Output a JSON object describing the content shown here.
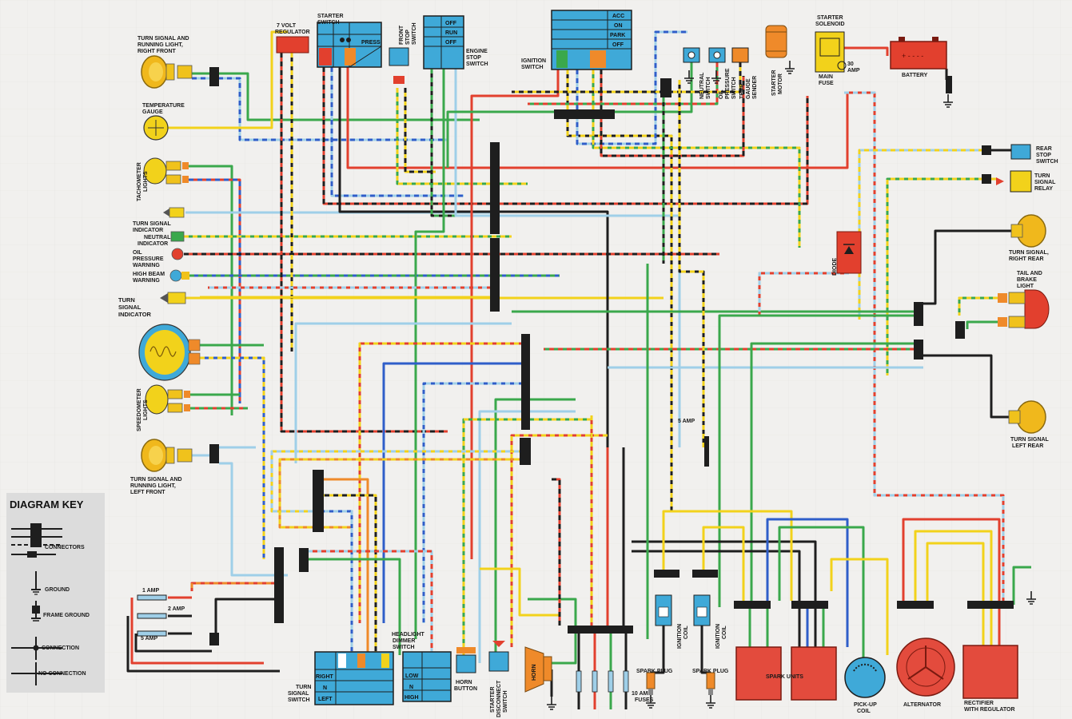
{
  "colors": {
    "background": "#f1f0ee",
    "wire_yellow": "#f2d21b",
    "wire_green": "#3aa84c",
    "wire_blue": "#2f5ec9",
    "wire_lightblue": "#9fcfe8",
    "wire_red": "#e2402e",
    "wire_orange": "#ef8a2a",
    "wire_black": "#1e1e1e",
    "switch_body": "#3fa9d8",
    "lamp": "#f0c21c",
    "spark_units": "#e34b3d",
    "battery": "#e2402e",
    "key_panel": "#dcdcdc"
  },
  "key": {
    "title": "DIAGRAM KEY",
    "items": [
      "CONNECTORS",
      "GROUND",
      "FRAME GROUND",
      "CONNECTION",
      "NO CONNECTION"
    ]
  },
  "left_components": {
    "turn_front_right": [
      "TURN SIGNAL AND",
      "RUNNING LIGHT,",
      "RIGHT FRONT"
    ],
    "temp_gauge": [
      "TEMPERATURE",
      "GAUGE"
    ],
    "tach_lights": [
      "TACHOMETER",
      "LIGHTS"
    ],
    "turn_indicator": [
      "TURN SIGNAL",
      "INDICATOR"
    ],
    "neutral_indicator": [
      "NEUTRAL",
      "INDICATOR"
    ],
    "oil_warning": [
      "OIL",
      "PRESSURE",
      "WARNING"
    ],
    "high_beam": [
      "HIGH BEAM",
      "WARNING"
    ],
    "turn_indicator_big": [
      "TURN",
      "SIGNAL",
      "INDICATOR"
    ],
    "speedo_lights": [
      "SPEEDOMETER",
      "LIGHTS"
    ],
    "turn_front_left": [
      "TURN SIGNAL AND",
      "RUNNING LIGHT,",
      "LEFT FRONT"
    ]
  },
  "top_components": {
    "regulator": [
      "7 VOLT",
      "REGULATOR"
    ],
    "starter_switch": [
      "STARTER",
      "SWITCH"
    ],
    "press": "PRESS",
    "front_stop": [
      "FRONT",
      "STOP",
      "SWITCH"
    ],
    "engine_stop_rows": [
      "OFF",
      "RUN",
      "OFF"
    ],
    "engine_stop": [
      "ENGINE",
      "STOP",
      "SWITCH"
    ],
    "ignition_switch": [
      "IGNITION",
      "SWITCH"
    ],
    "ignition_rows": [
      "ACC",
      "ON",
      "PARK",
      "OFF"
    ],
    "neutral_switch": [
      "NEUTRAL",
      "SWITCH"
    ],
    "oil_switch": [
      "OIL",
      "PRESSURE",
      "SWITCH"
    ],
    "temp_sender": [
      "TEMP",
      "GAUGE",
      "SENDER"
    ],
    "starter_motor": [
      "STARTER",
      "MOTOR"
    ],
    "starter_solenoid": [
      "STARTER",
      "SOLENOID"
    ],
    "amp30": [
      "30",
      "AMP"
    ],
    "main_fuse": [
      "MAIN",
      "FUSE"
    ],
    "battery": "BATTERY"
  },
  "right_components": {
    "rear_stop": [
      "REAR",
      "STOP",
      "SWITCH"
    ],
    "turn_relay": [
      "TURN",
      "SIGNAL",
      "RELAY"
    ],
    "turn_right_rear": [
      "TURN SIGNAL,",
      "RIGHT REAR"
    ],
    "tail_brake": [
      "TAIL AND",
      "BRAKE",
      "LIGHT"
    ],
    "diode": "DIODE",
    "turn_left_rear": [
      "TURN SIGNAL",
      "LEFT REAR"
    ],
    "amp5": "5 AMP"
  },
  "bottom_components": {
    "fuse_1amp": "1 AMP",
    "fuse_2amp": "2 AMP",
    "fuse_5amp": "5 AMP",
    "turn_switch": [
      "TURN",
      "SIGNAL",
      "SWITCH"
    ],
    "turn_switch_rows": [
      "RIGHT",
      "N",
      "LEFT"
    ],
    "dimmer": [
      "HEADLIGHT",
      "DIMMER",
      "SWITCH"
    ],
    "dimmer_rows": [
      "LOW",
      "N",
      "HIGH"
    ],
    "horn_button": [
      "HORN",
      "BUTTON"
    ],
    "starter_disconnect": [
      "STARTER",
      "DISCONNECT",
      "SWITCH"
    ],
    "horn": "HORN",
    "fuses10": [
      "10 AMP",
      "FUSES"
    ],
    "ignition_coil": [
      "IGNITION",
      "COIL"
    ],
    "spark_plug": "SPARK PLUG",
    "spark_units": "SPARK UNITS",
    "pickup": [
      "PICK-UP",
      "COIL"
    ],
    "alternator": "ALTERNATOR",
    "rectifier": [
      "RECTIFIER",
      "WITH REGULATOR"
    ]
  }
}
